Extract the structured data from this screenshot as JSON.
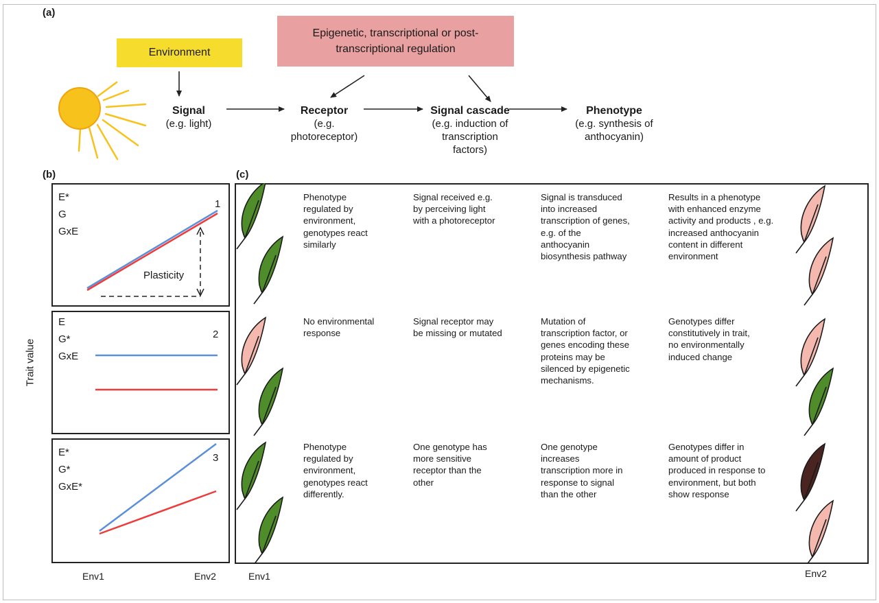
{
  "panel_a": {
    "label": "(a)",
    "environment": "Environment",
    "regulation_line1": "Epigenetic, transcriptional or post-",
    "regulation_line2": "transcriptional regulation",
    "steps": [
      {
        "title": "Signal",
        "lines": [
          "(e.g. light)"
        ]
      },
      {
        "title": "Receptor",
        "lines": [
          "(e.g.",
          "photoreceptor)"
        ]
      },
      {
        "title": "Signal cascade",
        "lines": [
          "(e.g. induction of",
          "transcription",
          "factors)"
        ]
      },
      {
        "title": "Phenotype",
        "lines": [
          "(e.g. synthesis of",
          "anthocyanin)"
        ]
      }
    ]
  },
  "panel_b": {
    "label": "(b)",
    "ylabel": "Trait value",
    "x_start": "Env1",
    "x_end": "Env2",
    "plasticity": "Plasticity",
    "scenarios": [
      {
        "number": "1",
        "e": "E*",
        "g": "G",
        "gxe": "GxE"
      },
      {
        "number": "2",
        "e": "E",
        "g": "G*",
        "gxe": "GxE"
      },
      {
        "number": "3",
        "e": "E*",
        "g": "G*",
        "gxe": "GxE*"
      }
    ]
  },
  "panel_c": {
    "label": "(c)",
    "env_left": "Env1",
    "env_right": "Env2",
    "rows": [
      {
        "phenotype": [
          "Phenotype",
          "regulated by",
          "environment,",
          "genotypes react",
          "similarly"
        ],
        "signal": [
          "Signal received e.g.",
          "by perceiving light",
          "with a photoreceptor"
        ],
        "cascade": [
          "Signal is transduced",
          "into increased",
          "transcription of genes,",
          "e.g.  of the",
          "anthocyanin",
          "biosynthesis pathway"
        ],
        "result": [
          "Results in a phenotype",
          "with enhanced enzyme",
          "activity and products , e.g.",
          "increased anthocyanin",
          "content in different",
          "environment"
        ]
      },
      {
        "phenotype": [
          "No environmental",
          "response"
        ],
        "signal": [
          "Signal receptor may",
          "be missing or mutated"
        ],
        "cascade": [
          "Mutation of",
          "transcription factor, or",
          "genes encoding these",
          "proteins may be",
          "silenced by epigenetic",
          "mechanisms."
        ],
        "result": [
          "Genotypes differ",
          "constitutively in trait,",
          "no environmentally",
          "induced change"
        ]
      },
      {
        "phenotype": [
          "Phenotype",
          "regulated by",
          "environment,",
          "genotypes react",
          "differently."
        ],
        "signal": [
          "One genotype  has",
          "more sensitive",
          "receptor  than the",
          "other"
        ],
        "cascade": [
          "One genotype",
          "increases",
          "transcription more in",
          "response to signal",
          "than the other"
        ],
        "result": [
          "Genotypes differ in",
          "amount of product",
          "produced in response to",
          "environment, but both",
          "show response"
        ]
      }
    ]
  },
  "colors": {
    "genotype_a": "#5b8fd8",
    "genotype_b": "#ee3b3b",
    "leaf_green": "#4f8c2a",
    "leaf_pink": "#f4b8ae",
    "leaf_dark": "#4a2420",
    "sun": "#f7c21b"
  }
}
